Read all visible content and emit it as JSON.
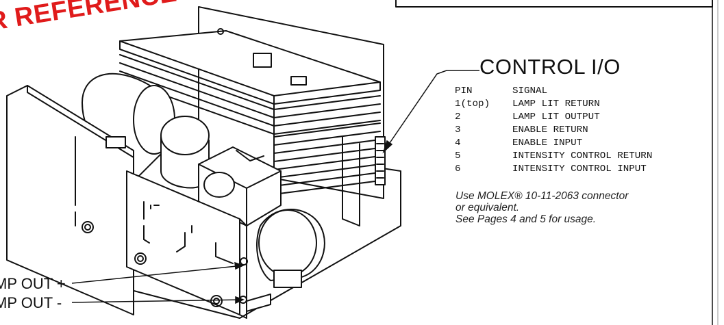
{
  "watermark": "R REFERENCE ONLY",
  "connector": {
    "title": "CONTROL I/O",
    "header": {
      "pin": "PIN",
      "signal": "SIGNAL"
    },
    "rows": [
      {
        "pin": "1(top)",
        "signal": "LAMP LIT RETURN"
      },
      {
        "pin": "2",
        "signal": "LAMP LIT OUTPUT"
      },
      {
        "pin": "3",
        "signal": "ENABLE RETURN"
      },
      {
        "pin": "4",
        "signal": "ENABLE INPUT"
      },
      {
        "pin": "5",
        "signal": "INTENSITY CONTROL RETURN"
      },
      {
        "pin": "6",
        "signal": "INTENSITY CONTROL INPUT"
      }
    ]
  },
  "note": {
    "line1": "Use MOLEX® 10-11-2063 connector",
    "line2": "or equivalent.",
    "line3": "See Pages 4 and 5 for usage."
  },
  "callouts": {
    "lamp_out_plus": "MP OUT +",
    "lamp_out_minus": "MP OUT -"
  },
  "colors": {
    "watermark": "#e01b1b",
    "ink": "#111111"
  }
}
